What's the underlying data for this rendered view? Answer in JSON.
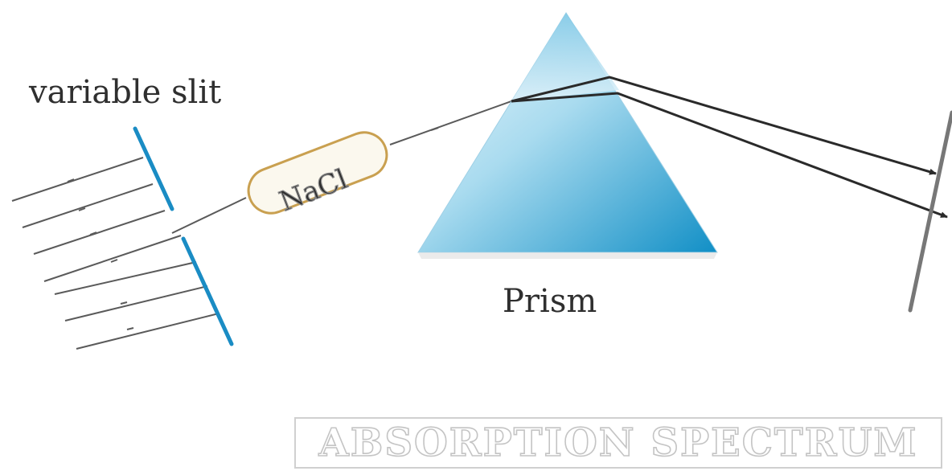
{
  "labels": {
    "slit": "variable slit",
    "sample": "NaCl",
    "prism": "Prism",
    "title": "ABSORPTION SPECTRUM"
  },
  "colors": {
    "slit": "#1a8cc4",
    "sample_border": "#c9a050",
    "sample_fill": "#fbf8ee",
    "prism_light": "#e8f5fb",
    "prism_dark": "#1993c8",
    "ray": "#5a5a5a",
    "refracted_ray": "#2a2a2a",
    "screen": "#777777",
    "title_outline": "#c4c4c4"
  }
}
